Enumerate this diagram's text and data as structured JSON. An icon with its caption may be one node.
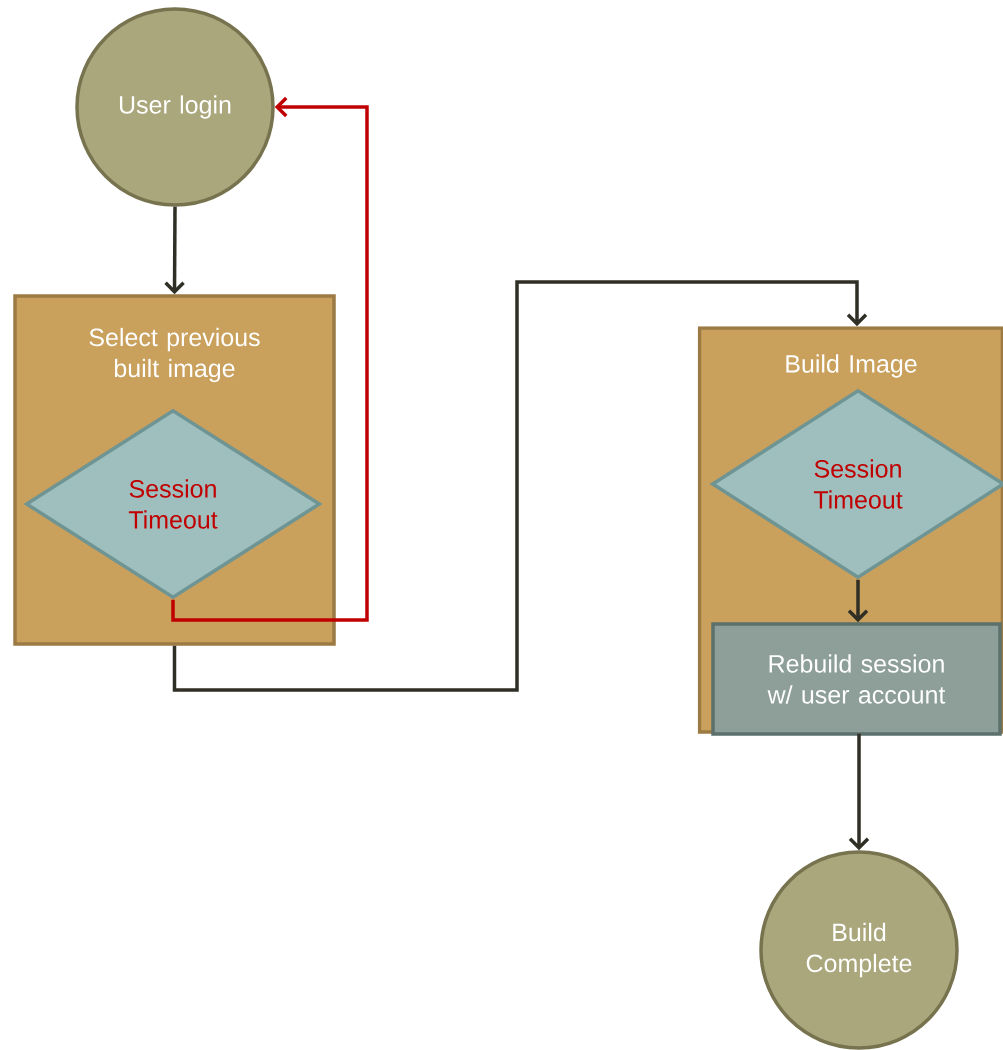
{
  "diagram": {
    "nodes": [
      {
        "text": [
          "User login"
        ]
      },
      {
        "text": [
          "Select previous built image"
        ]
      },
      {
        "text": [
          "Session Timeout"
        ],
        "in": 1
      },
      {
        "text": [
          "Build Image"
        ]
      },
      {
        "text": [
          "Session Timeout"
        ],
        "in": 3
      },
      {
        "text": [
          "Rebuild session w/ user account"
        ],
        "in": 3
      },
      {
        "text": [
          "Build Complete"
        ]
      }
    ],
    "edges": [
      {
        "from": 0,
        "to": 1,
        "arrow": "to"
      },
      {
        "from": 2,
        "to": 0,
        "arrow": "to",
        "color": "#c00000"
      },
      {
        "from": 1,
        "to": 3,
        "arrow": "to"
      },
      {
        "from": 4,
        "to": 5,
        "arrow": "to"
      },
      {
        "from": 3,
        "to": 6,
        "arrow": "to"
      }
    ]
  }
}
